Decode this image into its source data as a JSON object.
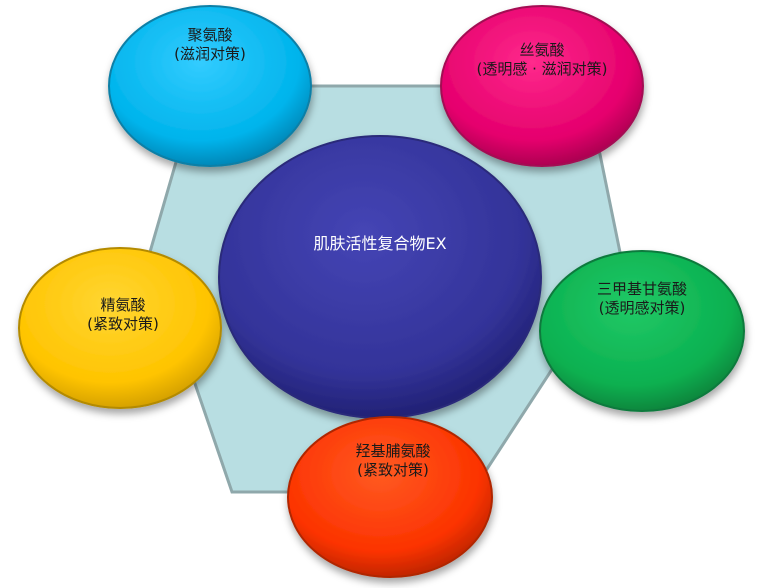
{
  "diagram": {
    "center": {
      "title": "肌肤活性复合物EX",
      "color": "#333399"
    },
    "nodes": [
      {
        "id": "polyglutamic",
        "name": "聚氨酸",
        "note": "(滋润对策)",
        "color": "#00BBEE"
      },
      {
        "id": "serine",
        "name": "丝氨酸",
        "note": "(透明感 · 滋润对策)",
        "color": "#E6006E"
      },
      {
        "id": "trimethylglycine",
        "name": "三甲基甘氨酸",
        "note": "(透明感对策)",
        "color": "#0AB050"
      },
      {
        "id": "hydroxyproline",
        "name": "羟基脯氨酸",
        "note": "(紧致对策)",
        "color": "#FF3300"
      },
      {
        "id": "arginine",
        "name": "精氨酸",
        "note": "(紧致对策)",
        "color": "#FFC600"
      }
    ],
    "pentagon_color": "#B8DEE2"
  }
}
